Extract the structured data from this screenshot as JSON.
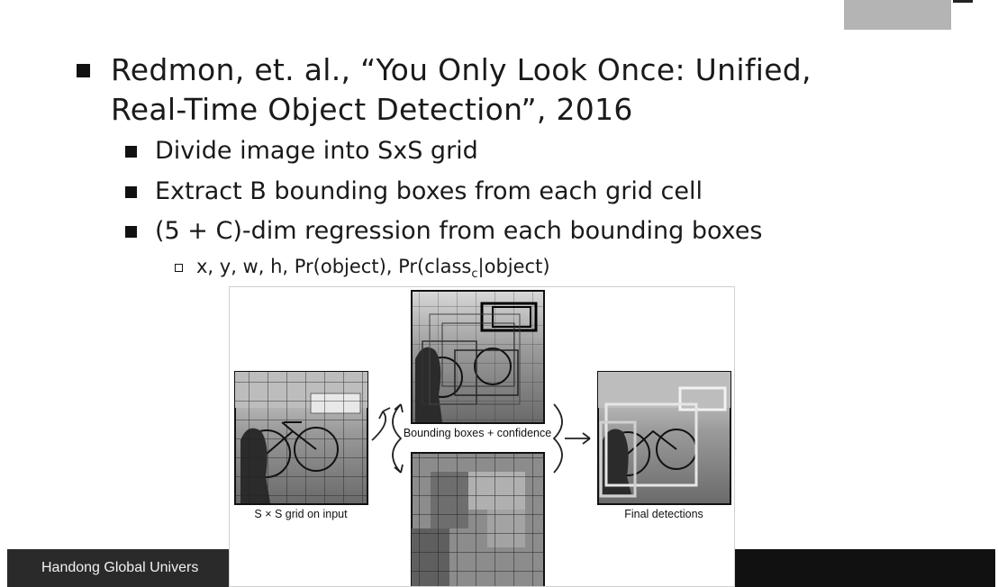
{
  "slide": {
    "bullet1_line1": "Redmon, et. al., “You Only Look Once: Unified,",
    "bullet1_line2": "Real-Time Object Detection”, 2016",
    "sub_bullets": [
      "Divide image into SxS grid",
      "Extract B bounding boxes from each grid cell",
      "(5 + C)-dim regression from each bounding boxes"
    ],
    "sub_sub_prefix": "x, y, w, h, Pr(object), Pr(class",
    "sub_sub_subscript": "c",
    "sub_sub_suffix": "|object)"
  },
  "figure": {
    "caption_input": "S × S grid on input",
    "caption_boxes": "Bounding boxes + confidence",
    "caption_final": "Final detections"
  },
  "footer": {
    "text": "Handong Global Univers"
  },
  "icons": [
    "square-bullet-icon",
    "hollow-square-bullet-icon",
    "curly-arrow-icon"
  ]
}
